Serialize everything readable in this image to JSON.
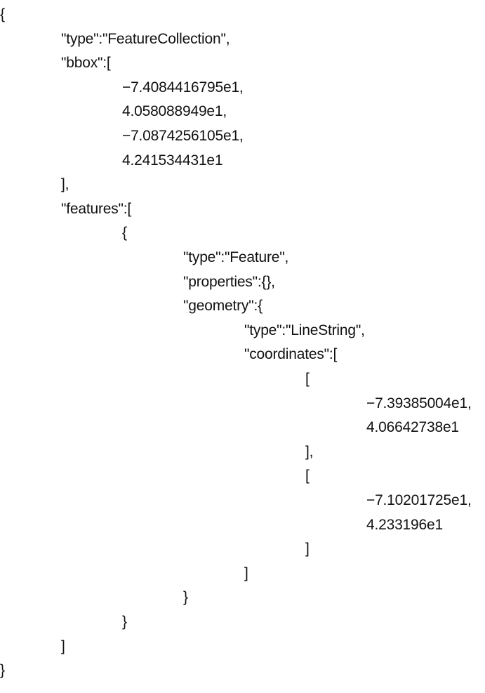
{
  "document": {
    "lines": [
      {
        "text": "{",
        "indent": 0
      },
      {
        "text": "\"type\":\"FeatureCollection\",",
        "indent": 1
      },
      {
        "text": "\"bbox\":[",
        "indent": 1
      },
      {
        "text": "−7.4084416795e1,",
        "indent": 2
      },
      {
        "text": "4.058088949e1,",
        "indent": 2
      },
      {
        "text": "−7.0874256105e1,",
        "indent": 2
      },
      {
        "text": "4.241534431e1",
        "indent": 2
      },
      {
        "text": "],",
        "indent": 1
      },
      {
        "text": "\"features\":[",
        "indent": 1
      },
      {
        "text": "{",
        "indent": 2
      },
      {
        "text": "\"type\":\"Feature\",",
        "indent": 3
      },
      {
        "text": "\"properties\":{},",
        "indent": 3
      },
      {
        "text": "\"geometry\":{",
        "indent": 3
      },
      {
        "text": "\"type\":\"LineString\",",
        "indent": 4
      },
      {
        "text": "\"coordinates\":[",
        "indent": 4
      },
      {
        "text": "[",
        "indent": 5
      },
      {
        "text": "−7.39385004e1,",
        "indent": 6
      },
      {
        "text": "4.06642738e1",
        "indent": 6
      },
      {
        "text": "],",
        "indent": 5
      },
      {
        "text": "[",
        "indent": 5
      },
      {
        "text": "−7.10201725e1,",
        "indent": 6
      },
      {
        "text": "4.233196e1",
        "indent": 6
      },
      {
        "text": "]",
        "indent": 5
      },
      {
        "text": "]",
        "indent": 4
      },
      {
        "text": "}",
        "indent": 3
      },
      {
        "text": "}",
        "indent": 2
      },
      {
        "text": "]",
        "indent": 1
      },
      {
        "text": "}",
        "indent": 0
      }
    ]
  }
}
